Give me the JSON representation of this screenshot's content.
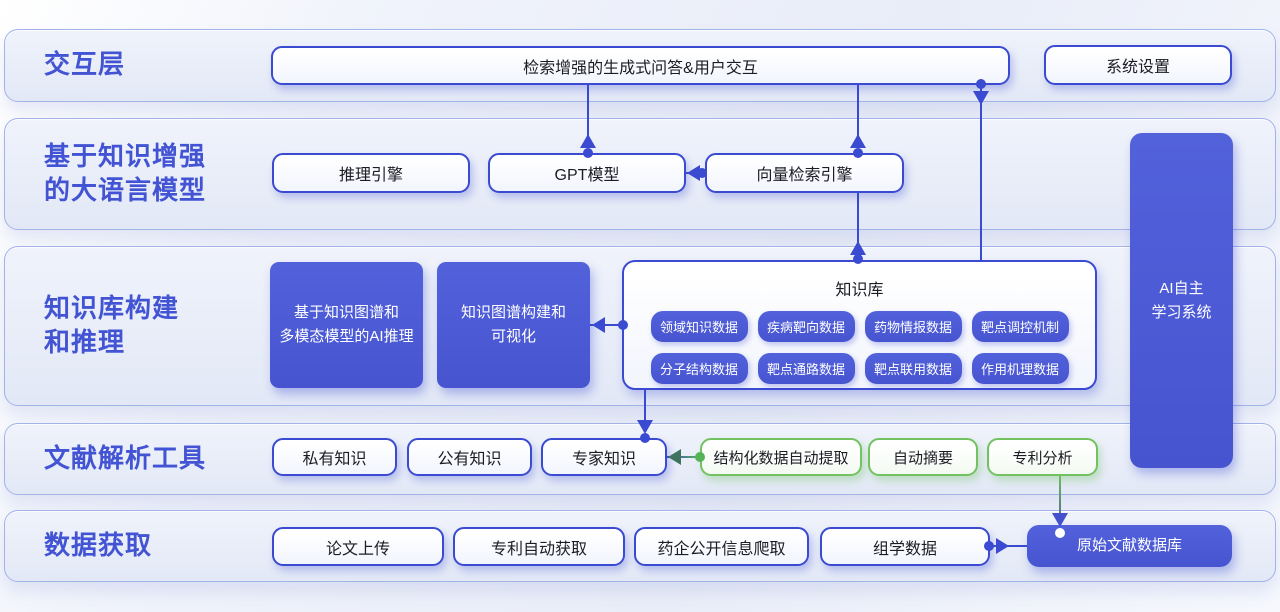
{
  "layers": {
    "interaction": {
      "label": "交互层"
    },
    "llm": {
      "line1": "基于知识增强",
      "line2": "的大语言模型"
    },
    "kb_layer": {
      "line1": "知识库构建",
      "line2": "和推理"
    },
    "parse": {
      "label": "文献解析工具"
    },
    "acquire": {
      "label": "数据获取"
    }
  },
  "boxes": {
    "rag_query": "检索增强的生成式问答&用户交互",
    "system_settings": "系统设置",
    "reasoning_engine": "推理引擎",
    "gpt_model": "GPT模型",
    "vector_search": "向量检索引擎",
    "kg_ai": {
      "line1": "基于知识图谱和",
      "line2": "多模态模型的AI推理"
    },
    "kg_build": {
      "line1": "知识图谱构建和",
      "line2": "可视化"
    },
    "ai_self": {
      "line1": "AI自主",
      "line2": "学习系统"
    },
    "private_knowledge": "私有知识",
    "public_knowledge": "公有知识",
    "expert_knowledge": "专家知识",
    "structured_extract": "结构化数据自动提取",
    "auto_summary": "自动摘要",
    "patent_analysis": "专利分析",
    "paper_upload": "论文上传",
    "patent_auto_fetch": "专利自动获取",
    "pharma_info_crawl": "药企公开信息爬取",
    "omics_data": "组学数据",
    "raw_doc_db": "原始文献数据库"
  },
  "kb": {
    "title": "知识库",
    "chips": [
      "领域知识数据",
      "疾病靶向数据",
      "药物情报数据",
      "靶点调控机制",
      "分子结构数据",
      "靶点通路数据",
      "靶点联用数据",
      "作用机理数据"
    ]
  },
  "connections": [
    {
      "from": "GPT模型",
      "to": "检索增强的生成式问答&用户交互"
    },
    {
      "from": "向量检索引擎",
      "to": "检索增强的生成式问答&用户交互"
    },
    {
      "from": "检索增强的生成式问答&用户交互",
      "to": "知识库"
    },
    {
      "from": "向量检索引擎",
      "to": "GPT模型"
    },
    {
      "from": "知识库",
      "to": "向量检索引擎"
    },
    {
      "from": "知识库",
      "to": "知识图谱构建和可视化"
    },
    {
      "from": "知识库",
      "to": "专家知识"
    },
    {
      "from": "结构化数据自动提取",
      "to": "专家知识"
    },
    {
      "from": "专利分析",
      "to": "原始文献数据库"
    },
    {
      "from": "组学数据",
      "to": "原始文献数据库"
    }
  ],
  "colors": {
    "accent_blue": "#3a4ad1",
    "label_blue": "#4254d3",
    "purple_fill": "#4d5bd6",
    "green_accent": "#72c262",
    "band_fill": "#e8edf7"
  }
}
